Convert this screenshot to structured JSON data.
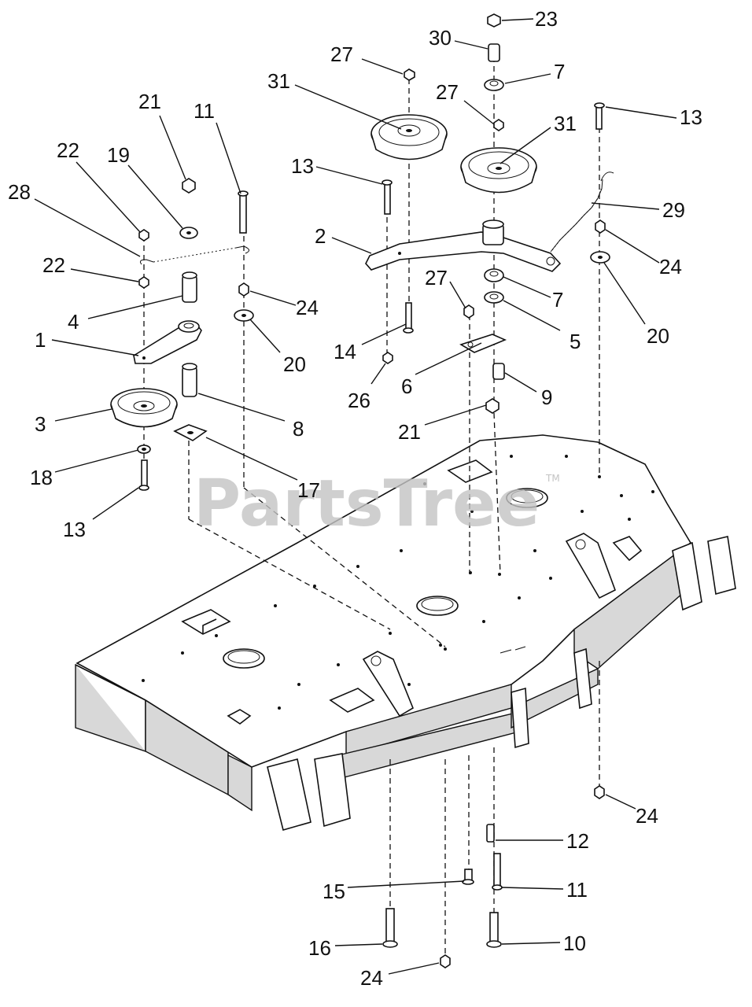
{
  "watermark": {
    "text": "PartsTree",
    "trademark": "TM"
  },
  "callouts": [
    {
      "id": "c23",
      "label": "23"
    },
    {
      "id": "c30",
      "label": "30"
    },
    {
      "id": "c27a",
      "label": "27"
    },
    {
      "id": "c7a",
      "label": "7"
    },
    {
      "id": "c31a",
      "label": "31"
    },
    {
      "id": "c27b",
      "label": "27"
    },
    {
      "id": "c31b",
      "label": "31"
    },
    {
      "id": "c13a",
      "label": "13"
    },
    {
      "id": "c21a",
      "label": "21"
    },
    {
      "id": "c11a",
      "label": "11"
    },
    {
      "id": "c22a",
      "label": "22"
    },
    {
      "id": "c19",
      "label": "19"
    },
    {
      "id": "c13b",
      "label": "13"
    },
    {
      "id": "c28",
      "label": "28"
    },
    {
      "id": "c29",
      "label": "29"
    },
    {
      "id": "c2",
      "label": "2"
    },
    {
      "id": "c22b",
      "label": "22"
    },
    {
      "id": "c24a",
      "label": "24"
    },
    {
      "id": "c24b",
      "label": "24"
    },
    {
      "id": "c4",
      "label": "4"
    },
    {
      "id": "c27c",
      "label": "27"
    },
    {
      "id": "c7b",
      "label": "7"
    },
    {
      "id": "c20a",
      "label": "20"
    },
    {
      "id": "c1",
      "label": "1"
    },
    {
      "id": "c14",
      "label": "14"
    },
    {
      "id": "c20b",
      "label": "20"
    },
    {
      "id": "c5",
      "label": "5"
    },
    {
      "id": "c6",
      "label": "6"
    },
    {
      "id": "c26",
      "label": "26"
    },
    {
      "id": "c9",
      "label": "9"
    },
    {
      "id": "c3",
      "label": "3"
    },
    {
      "id": "c8",
      "label": "8"
    },
    {
      "id": "c21b",
      "label": "21"
    },
    {
      "id": "c18",
      "label": "18"
    },
    {
      "id": "c17",
      "label": "17"
    },
    {
      "id": "c13c",
      "label": "13"
    },
    {
      "id": "c24c",
      "label": "24"
    },
    {
      "id": "c12",
      "label": "12"
    },
    {
      "id": "c15",
      "label": "15"
    },
    {
      "id": "c11b",
      "label": "11"
    },
    {
      "id": "c16",
      "label": "16"
    },
    {
      "id": "c10",
      "label": "10"
    },
    {
      "id": "c24d",
      "label": "24"
    }
  ]
}
